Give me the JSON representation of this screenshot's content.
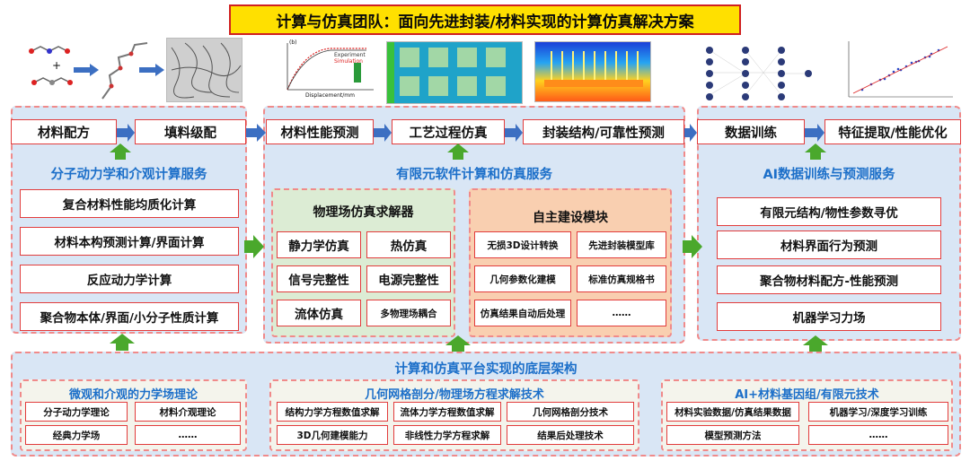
{
  "title": "计算与仿真团队：面向先进封装/材料实现的计算仿真解决方案",
  "top_flow": [
    "材料配方",
    "填料级配",
    "材料性能预测",
    "工艺过程仿真",
    "封装结构/可靠性预测",
    "数据训练",
    "特征提取/性能优化"
  ],
  "plot_legend": {
    "experiment": "Experiment",
    "simulation": "Simulation",
    "xaxis": "Displacement/mm",
    "panel_label": "(b)"
  },
  "left_panel": {
    "title": "分子动力学和介观计算服务",
    "items": [
      "复合材料性能均质化计算",
      "材料本构预测计算/界面计算",
      "反应动力学计算",
      "聚合物本体/界面/小分子性质计算"
    ]
  },
  "middle_panel": {
    "title": "有限元软件计算和仿真服务",
    "solver": {
      "title": "物理场仿真求解器",
      "items": [
        "静力学仿真",
        "热仿真",
        "信号完整性",
        "电源完整性",
        "流体仿真",
        "多物理场耦合"
      ]
    },
    "custom": {
      "title": "自主建设模块",
      "items": [
        "无损3D设计转换",
        "先进封装模型库",
        "几何参数化建模",
        "标准仿真规格书",
        "仿真结果自动后处理",
        "……"
      ]
    }
  },
  "right_panel": {
    "title": "AI数据训练与预测服务",
    "items": [
      "有限元结构/物性参数寻优",
      "材料界面行为预测",
      "聚合物材料配方-性能预测",
      "机器学习力场"
    ]
  },
  "bottom_panel": {
    "title": "计算和仿真平台实现的底层架构",
    "groups": [
      {
        "title": "微观和介观的力学场理论",
        "items": [
          "分子动力学理论",
          "材料介观理论",
          "经典力学场",
          "……"
        ]
      },
      {
        "title": "几何网格剖分/物理场方程求解技术",
        "items": [
          "结构力学方程数值求解",
          "流体力学方程数值求解",
          "几何网格剖分技术",
          "3D几何建模能力",
          "非线性力学方程求解",
          "结果后处理技术"
        ]
      },
      {
        "title": "AI+材料基因组/有限元技术",
        "items": [
          "材料实验数据/仿真结果数据",
          "机器学习/深度学习训练",
          "模型预测方法",
          "……"
        ]
      }
    ]
  },
  "colors": {
    "title_bg": "#ffe000",
    "accent_blue": "#1c6fc9",
    "box_border": "#e23c3c",
    "panel_bg": "#d9e6f5",
    "green": "#4aa82c"
  }
}
